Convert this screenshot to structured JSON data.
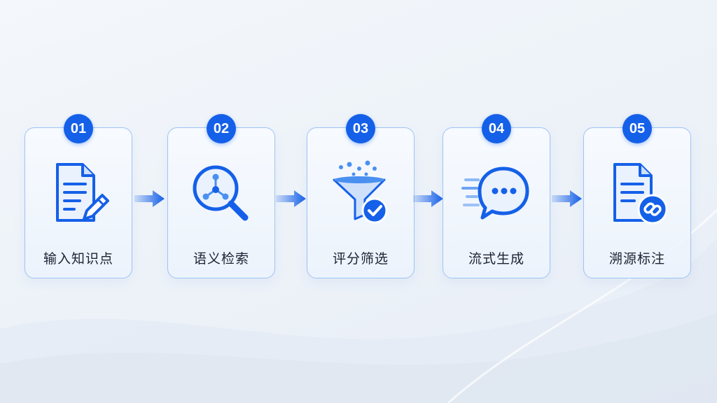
{
  "steps": [
    {
      "number": "01",
      "label": "输入知识点",
      "icon": "document-edit-icon"
    },
    {
      "number": "02",
      "label": "语义检索",
      "icon": "semantic-search-icon"
    },
    {
      "number": "03",
      "label": "评分筛选",
      "icon": "funnel-check-icon"
    },
    {
      "number": "04",
      "label": "流式生成",
      "icon": "streaming-chat-icon"
    },
    {
      "number": "05",
      "label": "溯源标注",
      "icon": "document-link-icon"
    }
  ],
  "colors": {
    "accent": "#1560e8",
    "accent_light": "#4a90f0",
    "card_border": "#9ec3f5",
    "text": "#1c2333"
  }
}
